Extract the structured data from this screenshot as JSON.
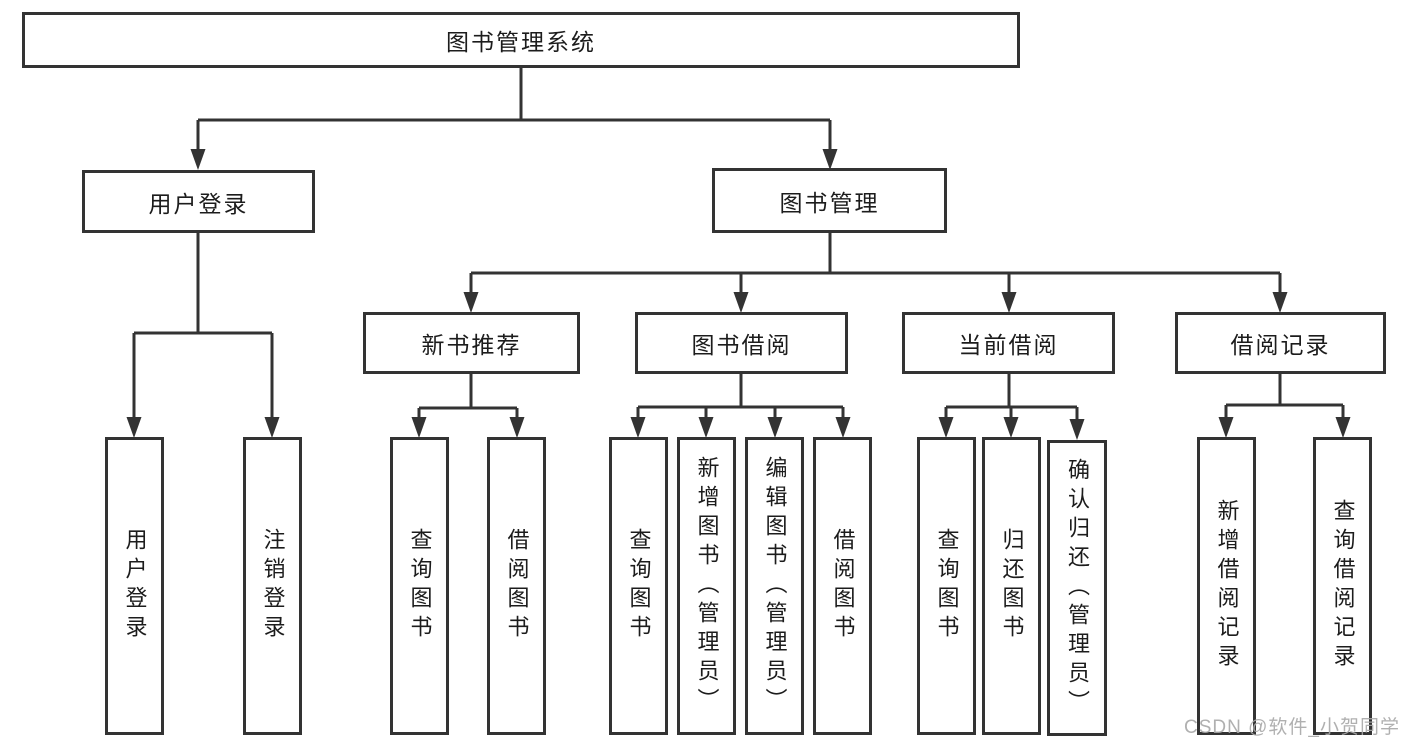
{
  "nodes": {
    "root": "图书管理系统",
    "user_login": "用户登录",
    "book_mgmt": "图书管理",
    "new_book_rec": "新书推荐",
    "book_borrow": "图书借阅",
    "current_borrow": "当前借阅",
    "borrow_record": "借阅记录",
    "leaves": {
      "user_login": "用户登录",
      "logout": "注销登录",
      "nb_query": "查询图书",
      "nb_borrow": "借阅图书",
      "bb_query": "查询图书",
      "bb_add": "新增图书（管理员）",
      "bb_edit": "编辑图书（管理员）",
      "bb_borrow": "借阅图书",
      "cb_query": "查询图书",
      "cb_return": "归还图书",
      "cb_confirm": "确认归还（管理员）",
      "br_add": "新增借阅记录",
      "br_query": "查询借阅记录"
    }
  },
  "watermark": "CSDN @软件_小贺同学",
  "colors": {
    "line": "#333333",
    "box_border": "#333333",
    "text": "#1c1c1c",
    "watermark": "#a8a8a8",
    "background": "#ffffff"
  }
}
